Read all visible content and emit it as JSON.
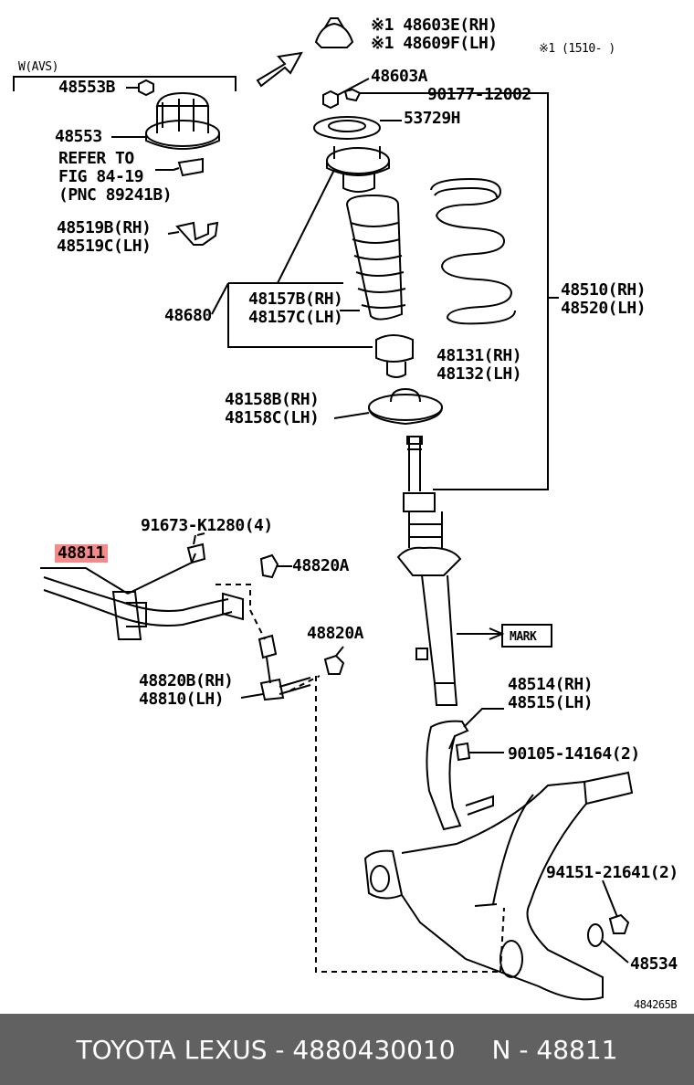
{
  "labels": {
    "mark1_rh": "※1 48603E(RH)",
    "mark1_lh": "※1 48609F(LH)",
    "mark1_note": "※1 (1510-   )",
    "wavs": "W(AVS)",
    "p48553b": "48553B",
    "p48553": "48553",
    "refer1": "REFER TO",
    "refer2": "FIG 84-19",
    "refer3": "(PNC 89241B)",
    "p48519b": "48519B(RH)",
    "p48519c": "48519C(LH)",
    "p48603a": "48603A",
    "p90177": "90177-12002",
    "p53729h": "53729H",
    "p48680": "48680",
    "p48157b": "48157B(RH)",
    "p48157c": "48157C(LH)",
    "p48510": "48510(RH)",
    "p48520": "48520(LH)",
    "p48131": "48131(RH)",
    "p48132": "48132(LH)",
    "p48158b": "48158B(RH)",
    "p48158c": "48158C(LH)",
    "p91673": "91673-K1280(4)",
    "p48811": "48811",
    "p48820a_1": "48820A",
    "p48820a_2": "48820A",
    "mark": "MARK",
    "p48820b": "48820B(RH)",
    "p48810": "48810(LH)",
    "p48514": "48514(RH)",
    "p48515": "48515(LH)",
    "p90105": "90105-14164(2)",
    "p94151": "94151-21641(2)",
    "p48534": "48534",
    "figno": "484265B"
  },
  "footer": {
    "brand": "TOYOTA LEXUS",
    "sep1": " - ",
    "part": "4880430010",
    "ref": "N - 48811"
  },
  "colors": {
    "highlight": "#f58a8a",
    "footer_bg": "#616161"
  }
}
